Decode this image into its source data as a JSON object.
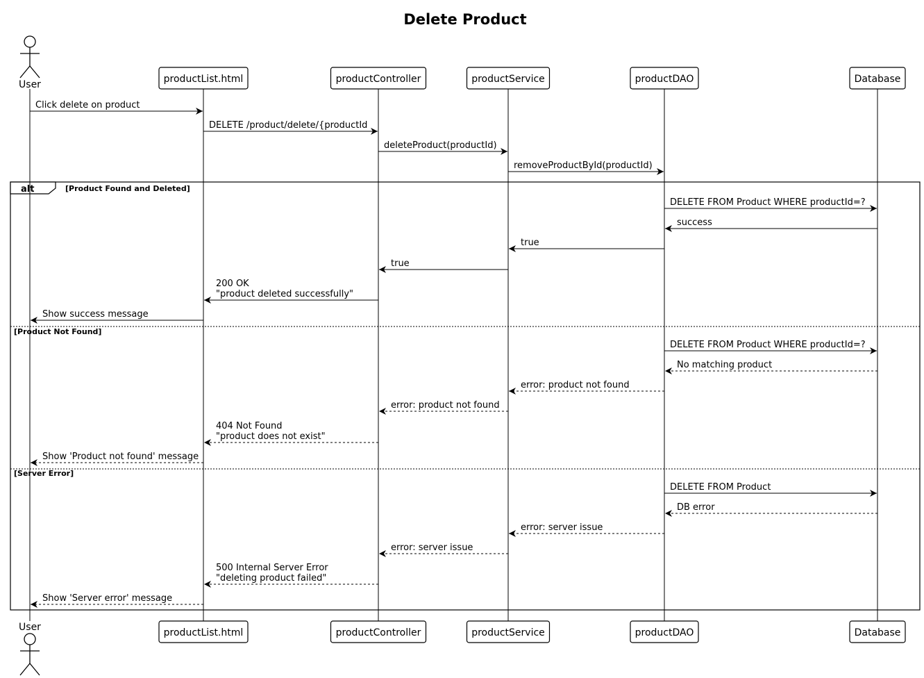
{
  "diagram": {
    "title": "Delete Product",
    "participants": [
      {
        "id": "user",
        "label": "User",
        "kind": "actor"
      },
      {
        "id": "list",
        "label": "productList.html",
        "kind": "box"
      },
      {
        "id": "controller",
        "label": "productController",
        "kind": "box"
      },
      {
        "id": "service",
        "label": "productService",
        "kind": "box"
      },
      {
        "id": "dao",
        "label": "productDAO",
        "kind": "box"
      },
      {
        "id": "db",
        "label": "Database",
        "kind": "box"
      }
    ],
    "messages": [
      {
        "from": "user",
        "to": "list",
        "lines": [
          "Click delete on product"
        ],
        "style": "solid"
      },
      {
        "from": "list",
        "to": "controller",
        "lines": [
          "DELETE /product/delete/{productId"
        ],
        "style": "solid"
      },
      {
        "from": "controller",
        "to": "service",
        "lines": [
          "deleteProduct(productId)"
        ],
        "style": "solid"
      },
      {
        "from": "service",
        "to": "dao",
        "lines": [
          "removeProductById(productId)"
        ],
        "style": "solid"
      },
      {
        "from": "dao",
        "to": "db",
        "lines": [
          "DELETE FROM Product WHERE productId=?"
        ],
        "style": "solid"
      },
      {
        "from": "db",
        "to": "dao",
        "lines": [
          "success"
        ],
        "style": "solid"
      },
      {
        "from": "dao",
        "to": "service",
        "lines": [
          "true"
        ],
        "style": "solid"
      },
      {
        "from": "service",
        "to": "controller",
        "lines": [
          "true"
        ],
        "style": "solid"
      },
      {
        "from": "controller",
        "to": "list",
        "lines": [
          "200 OK",
          "\"product deleted successfully\""
        ],
        "style": "solid"
      },
      {
        "from": "list",
        "to": "user",
        "lines": [
          "Show success message"
        ],
        "style": "solid"
      },
      {
        "from": "dao",
        "to": "db",
        "lines": [
          "DELETE FROM Product WHERE productId=?"
        ],
        "style": "solid"
      },
      {
        "from": "db",
        "to": "dao",
        "lines": [
          "No matching product"
        ],
        "style": "dashed"
      },
      {
        "from": "dao",
        "to": "service",
        "lines": [
          "error: product not found"
        ],
        "style": "dashed"
      },
      {
        "from": "service",
        "to": "controller",
        "lines": [
          "error: product not found"
        ],
        "style": "dashed"
      },
      {
        "from": "controller",
        "to": "list",
        "lines": [
          "404 Not Found",
          "\"product does not exist\""
        ],
        "style": "dashed"
      },
      {
        "from": "list",
        "to": "user",
        "lines": [
          "Show 'Product not found' message"
        ],
        "style": "dashed"
      },
      {
        "from": "dao",
        "to": "db",
        "lines": [
          "DELETE FROM Product"
        ],
        "style": "solid"
      },
      {
        "from": "db",
        "to": "dao",
        "lines": [
          "DB error"
        ],
        "style": "dashed"
      },
      {
        "from": "dao",
        "to": "service",
        "lines": [
          "error: server issue"
        ],
        "style": "dashed"
      },
      {
        "from": "service",
        "to": "controller",
        "lines": [
          "error: server issue"
        ],
        "style": "dashed"
      },
      {
        "from": "controller",
        "to": "list",
        "lines": [
          "500 Internal Server Error",
          "\"deleting product failed\""
        ],
        "style": "dashed"
      },
      {
        "from": "list",
        "to": "user",
        "lines": [
          "Show 'Server error' message"
        ],
        "style": "dashed"
      }
    ],
    "fragment": {
      "keyword": "alt",
      "sections": [
        {
          "guard": "[Product Found and Deleted]"
        },
        {
          "guard": "[Product Not Found]"
        },
        {
          "guard": "[Server Error]"
        }
      ]
    }
  }
}
